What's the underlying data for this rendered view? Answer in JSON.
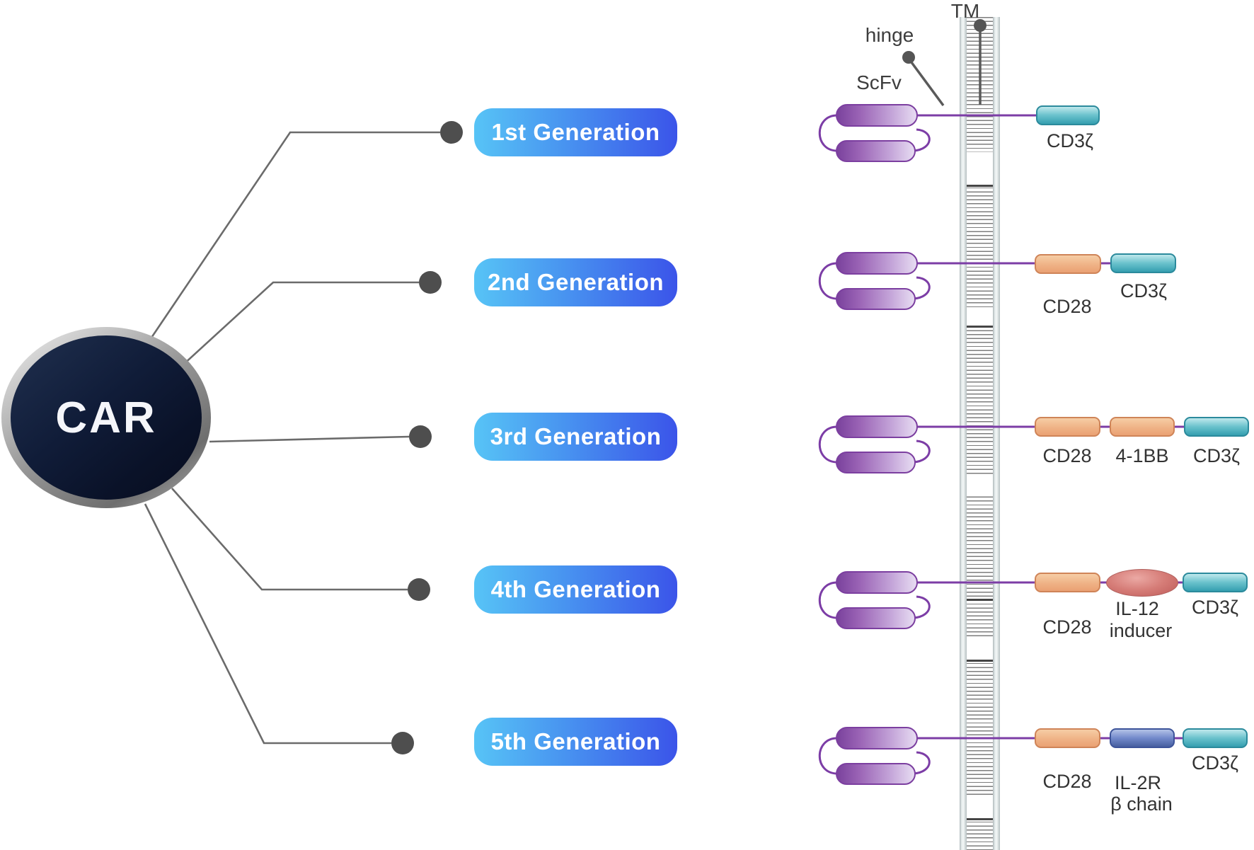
{
  "hub": {
    "label": "CAR"
  },
  "annotations": {
    "scfv": "ScFv",
    "hinge": "hinge",
    "tm": "TM"
  },
  "generations": [
    {
      "label": "1st Generation",
      "domains": [
        {
          "label": "CD3ζ"
        }
      ]
    },
    {
      "label": "2nd Generation",
      "domains": [
        {
          "label": "CD28"
        },
        {
          "label": "CD3ζ"
        }
      ]
    },
    {
      "label": "3rd Generation",
      "domains": [
        {
          "label": "CD28"
        },
        {
          "label": "4-1BB"
        },
        {
          "label": "CD3ζ"
        }
      ]
    },
    {
      "label": "4th Generation",
      "domains": [
        {
          "label": "CD28"
        },
        {
          "label": "IL-12",
          "label2": "inducer"
        },
        {
          "label": "CD3ζ"
        }
      ]
    },
    {
      "label": "5th Generation",
      "domains": [
        {
          "label": "CD28"
        },
        {
          "label": "IL-2R",
          "label2": "β chain"
        },
        {
          "label": "CD3ζ"
        }
      ]
    }
  ],
  "colors": {
    "pill_gradient_start": "#57c4f6",
    "pill_gradient_end": "#3b54e9",
    "hub_navy": "#0c1630",
    "hub_ring_silver": "#9a9a9a",
    "scfv_purple": "#7c3fa0",
    "linker_purple": "#7c3da6",
    "connector_gray": "#6b6b6b",
    "domain_teal": "#359fb0",
    "domain_orange": "#eaa173",
    "domain_blue": "#475f9f",
    "domain_red": "#bd5a58",
    "label_text": "#333333"
  }
}
